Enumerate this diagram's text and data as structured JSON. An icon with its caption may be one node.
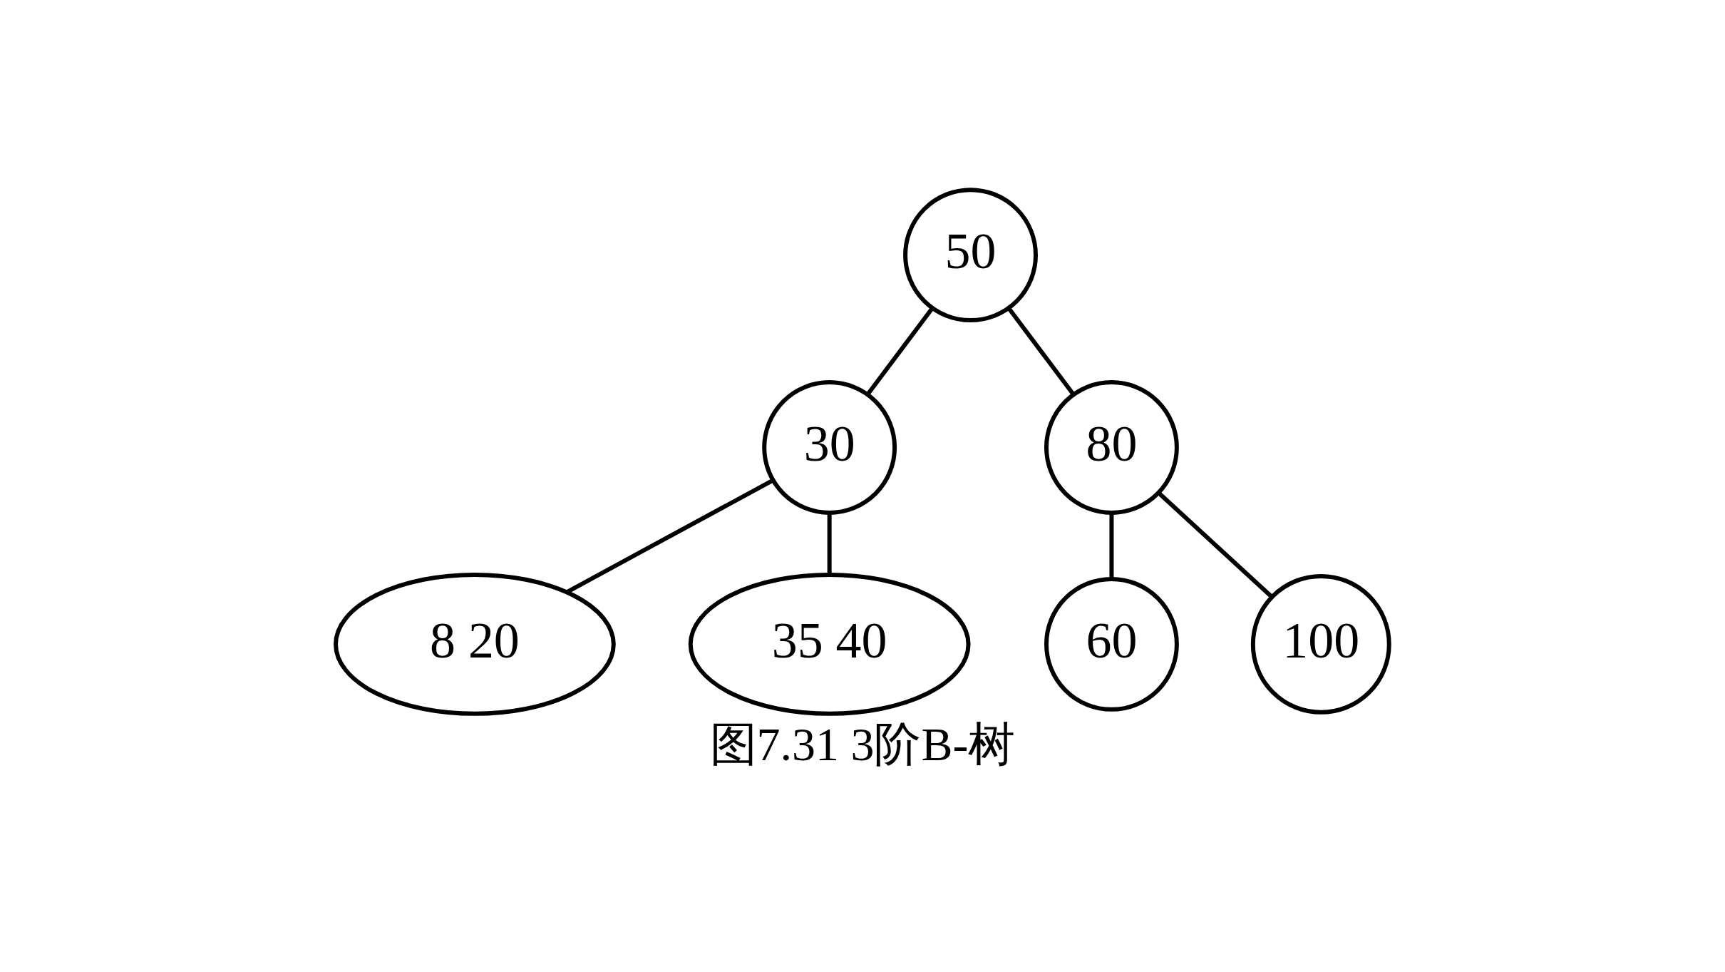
{
  "diagram": {
    "caption": "图7.31 3阶B-树",
    "nodes": [
      {
        "text": [
          "50"
        ]
      },
      {
        "text": [
          "30"
        ]
      },
      {
        "text": [
          "80"
        ]
      },
      {
        "text": [
          "8 20"
        ]
      },
      {
        "text": [
          "35 40"
        ]
      },
      {
        "text": [
          "60"
        ]
      },
      {
        "text": [
          "100"
        ]
      }
    ],
    "edges": [
      {
        "from": 0,
        "to": 1,
        "arrow": "none"
      },
      {
        "from": 0,
        "to": 2,
        "arrow": "none"
      },
      {
        "from": 1,
        "to": 3,
        "arrow": "none"
      },
      {
        "from": 1,
        "to": 4,
        "arrow": "none"
      },
      {
        "from": 2,
        "to": 5,
        "arrow": "none"
      },
      {
        "from": 2,
        "to": 6,
        "arrow": "none"
      }
    ]
  }
}
